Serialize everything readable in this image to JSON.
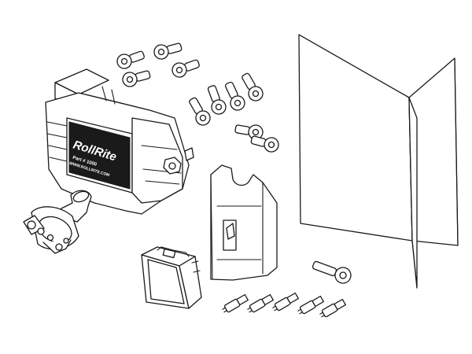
{
  "logo": {
    "brand": "RollRite",
    "part_line": "Part # 1000",
    "web_line": "WWW.ROLLRITE.COM"
  }
}
